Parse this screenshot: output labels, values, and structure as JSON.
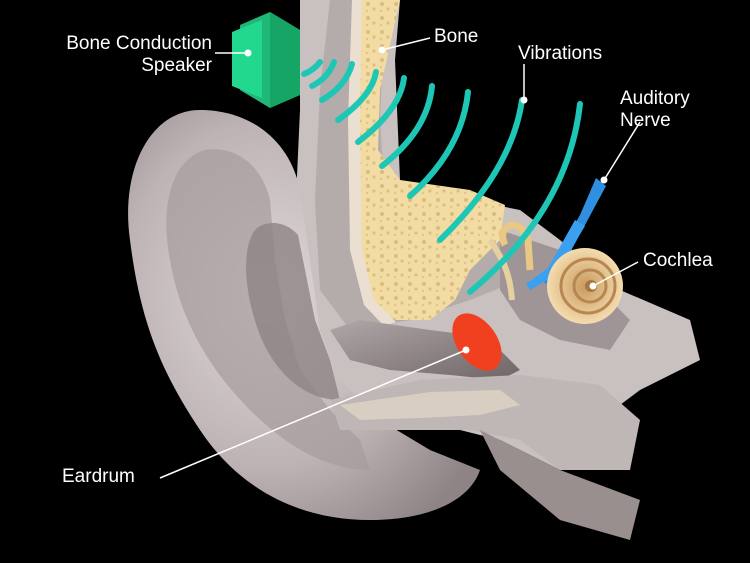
{
  "labels": {
    "speaker": [
      "Bone Conduction",
      "Speaker"
    ],
    "bone": "Bone",
    "vibrations": "Vibrations",
    "nerve": [
      "Auditory",
      "Nerve"
    ],
    "cochlea": "Cochlea",
    "eardrum": "Eardrum"
  },
  "colors": {
    "background": "#000000",
    "skin": "#cfc6c6",
    "bone": "#f3dfa8",
    "speaker": "#1fd48a",
    "vibrations": "#1ec7b5",
    "nerve": "#2f8fe0",
    "eardrum": "#f0401f",
    "cochlea": "#f1d6a4",
    "label_text": "#ffffff"
  }
}
